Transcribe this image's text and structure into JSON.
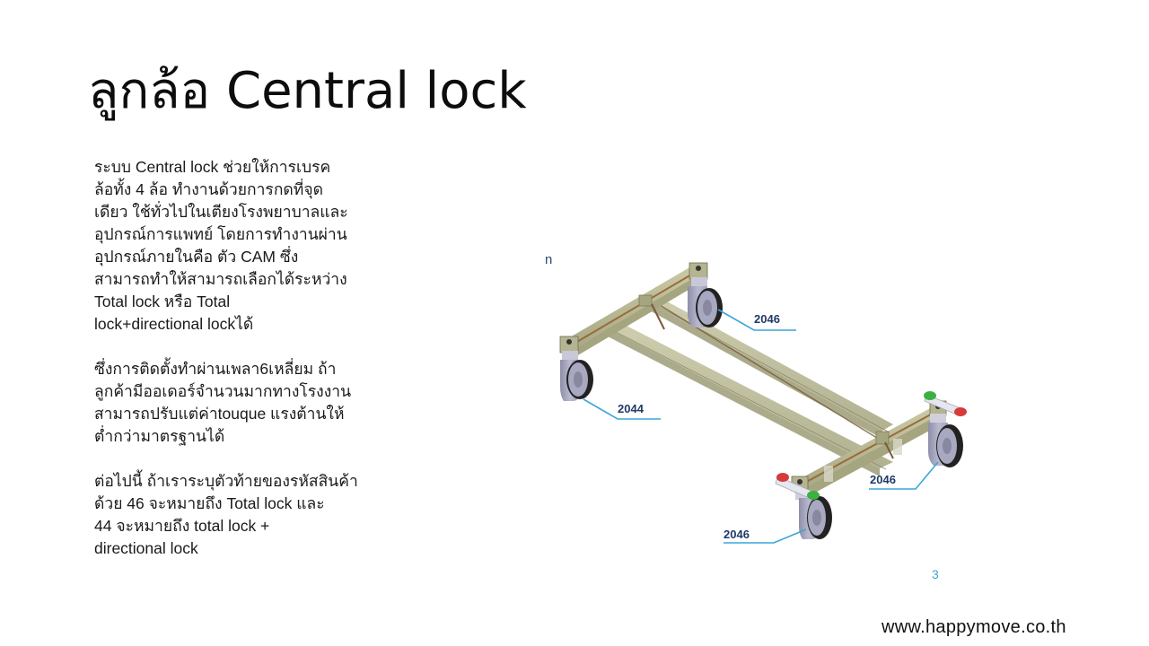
{
  "slide": {
    "title": "ลูกล้อ Central lock",
    "paragraphs": [
      {
        "lines": [
          "ระบบ Central lock  ช่วยให้การเบรค",
          "ล้อทั้ง 4 ล้อ ทำงานด้วยการกดที่จุด",
          "เดียว ใช้ทั่วไปในเตียงโรงพยาบาลและ",
          "อุปกรณ์การแพทย์ โดยการทำงานผ่าน",
          "อุปกรณ์ภายในคือ ตัว CAM ซึ่ง",
          "สามารถทำให้สามารถเลือกได้ระหว่าง",
          "Total lock หรือ Total",
          "lock+directional lockได้"
        ]
      },
      {
        "lines": [
          "ซึ่งการติดตั้งทำผ่านเพลา6เหลี่ยม  ถ้า",
          "ลูกค้ามีออเดอร์จำนวนมากทางโรงงาน",
          "สามารถปรับแต่ค่าtouque  แรงต้านให้",
          "ต่ำกว่ามาตรฐานได้"
        ]
      },
      {
        "lines": [
          "ต่อไปนี้  ถ้าเราระบุตัวท้ายของรหัสสินค้า",
          "ด้วย   46 จะหมายถึง Total lock และ",
          "44 จะหมายถึง total lock +",
          "directional lock"
        ]
      }
    ],
    "figure": {
      "corner_mark": "n",
      "page_number": "3",
      "callouts": [
        {
          "label": "2046",
          "position": "rear-right-caster"
        },
        {
          "label": "2044",
          "position": "rear-left-caster"
        },
        {
          "label": "2046",
          "position": "front-right-caster"
        },
        {
          "label": "2046",
          "position": "front-left-caster"
        }
      ],
      "colors": {
        "frame": "#b8b894",
        "frame_dark": "#8f8f6a",
        "rod": "#9a6a3a",
        "caster_body": "#a8a8c0",
        "wheel": "#2a2a2a",
        "callout_line": "#3aa6d8",
        "pedal_green": "#3cb043",
        "pedal_red": "#d63a3a"
      }
    },
    "footer": {
      "url": "www.happymove.co.th"
    }
  }
}
